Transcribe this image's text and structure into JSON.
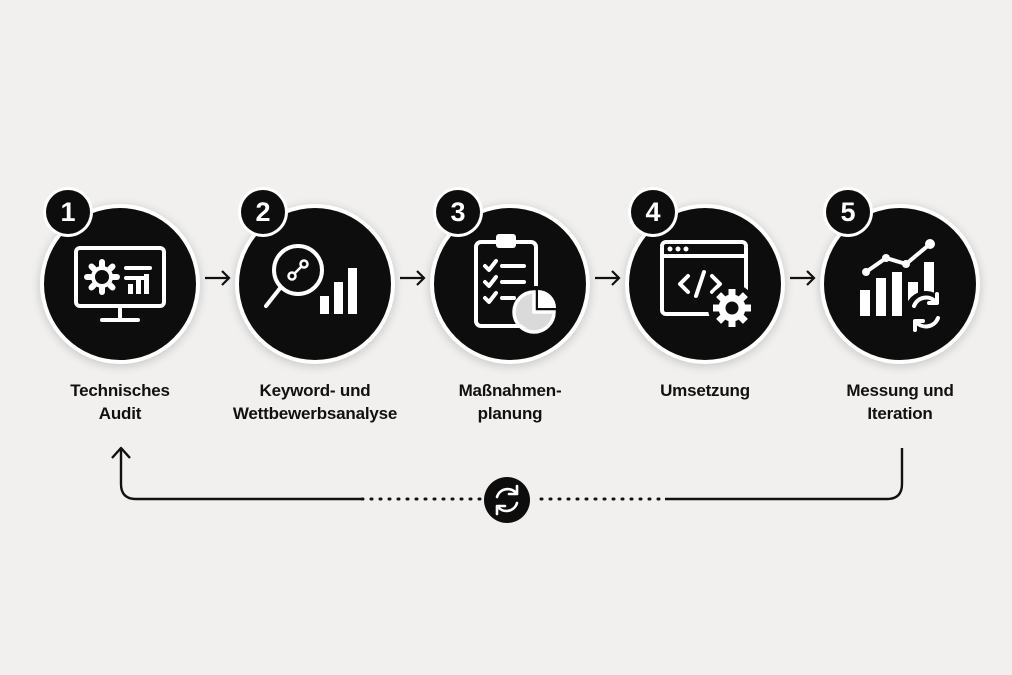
{
  "steps": [
    {
      "number": "1",
      "label_line1": "Technisches",
      "label_line2": "Audit",
      "icon": "monitor-settings-icon"
    },
    {
      "number": "2",
      "label_line1": "Keyword- und",
      "label_line2": "Wettbewerbsanalyse",
      "icon": "search-analytics-icon"
    },
    {
      "number": "3",
      "label_line1": "Maßnahmen-",
      "label_line2": "planung",
      "icon": "clipboard-checklist-icon"
    },
    {
      "number": "4",
      "label_line1": "Umsetzung",
      "label_line2": "",
      "icon": "code-gear-icon"
    },
    {
      "number": "5",
      "label_line1": "Messung und",
      "label_line2": "Iteration",
      "icon": "chart-refresh-icon"
    }
  ],
  "feedback_loop": {
    "icon": "cycle-icon"
  },
  "colors": {
    "background": "#f1f0ef",
    "circle": "#0d0d0d",
    "icon": "#ffffff",
    "text": "#111111"
  }
}
